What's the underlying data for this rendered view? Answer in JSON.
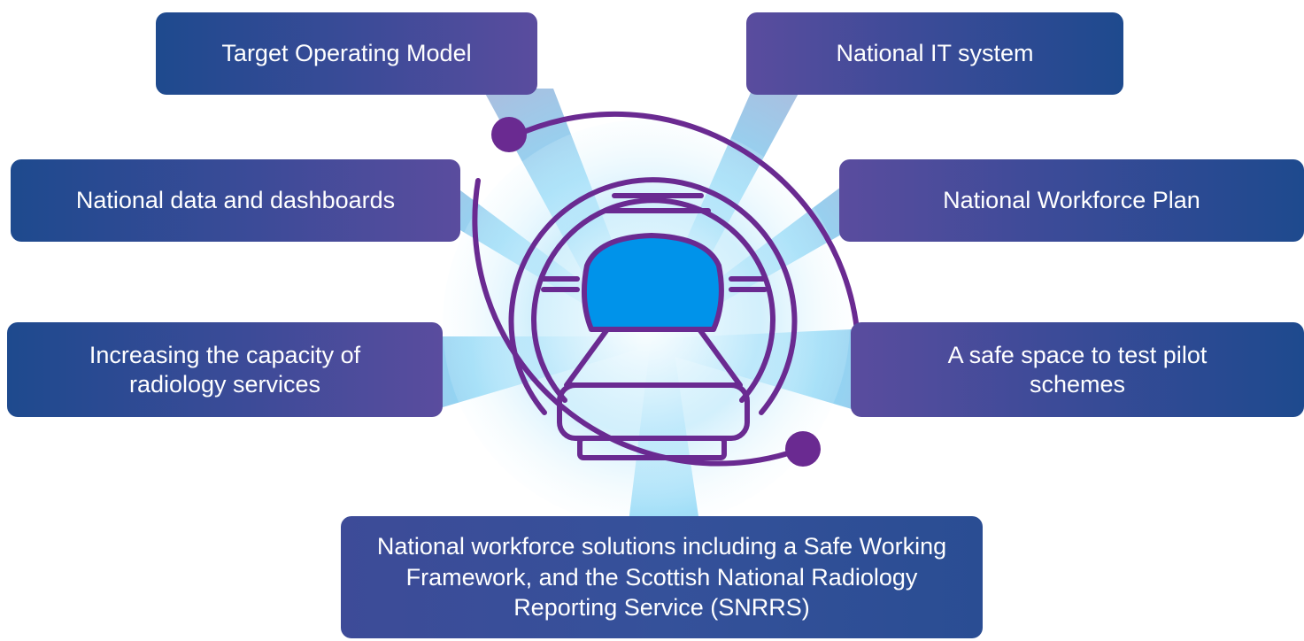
{
  "boxes": {
    "target_operating_model": "Target Operating Model",
    "national_it_system": "National IT system",
    "national_data": "National data and dashboards",
    "workforce_plan": "National Workforce Plan",
    "capacity": "Increasing the capacity of radiology services",
    "safe_space": "A safe space to test pilot schemes",
    "workforce_solutions": "National workforce solutions including a Safe Working Framework, and the Scottish National Radiology Reporting Service (SNRRS)"
  },
  "colors": {
    "box_blue": "#1e4a8e",
    "box_violet": "#5a4c9e",
    "scanner_purple": "#6a2a91",
    "scanner_screen": "#0093ea",
    "beam_light": "#cdeefc",
    "beam_blue": "#5cc6f0"
  },
  "icons": {
    "center": "mri-scanner-icon"
  }
}
